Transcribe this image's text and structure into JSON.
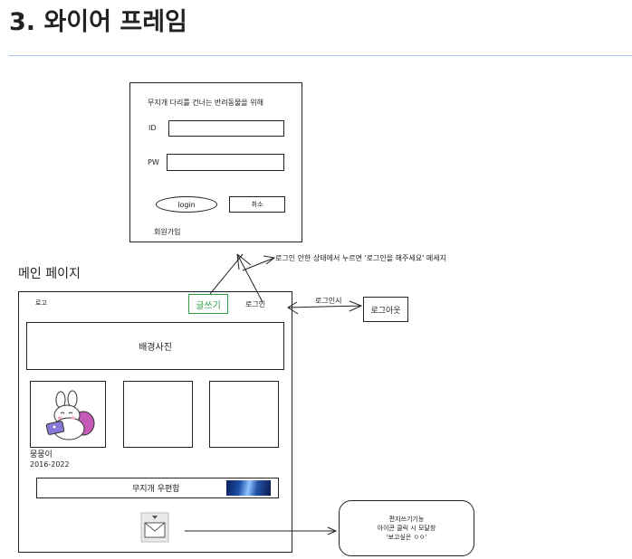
{
  "heading": "3. 와이어 프레임",
  "login_frame": {
    "title": "무지개 다리를 건너는 반려동물을 위해",
    "id_label": "ID",
    "pw_label": "PW",
    "login_button": "login",
    "cancel_button": "취소",
    "signup_link": "회원가입"
  },
  "main_label": "메인 페이지",
  "main_frame": {
    "logo": "로고",
    "write_button": "글쓰기",
    "login_link": "로그인",
    "background_photo": "배경사진",
    "pet_name": "뭉뭉이",
    "pet_years": "2016-2022",
    "rainbow_postbox": "무지개 우편함"
  },
  "annotations": {
    "login_notice": "로그인 안한 상태에서 누르면 '로그인을 해주세요' 메세지",
    "after_login": "로그인시",
    "logout_box": "로그아웃",
    "letter_feature_lines": [
      "편지쓰기기능",
      "아이콘 클릭 시 모달창",
      "'보고싶은 ㅇㅇ'"
    ]
  },
  "colors": {
    "write_button": "#2e9e44",
    "divider": "#a9c4e8"
  },
  "icons": {
    "pet": "bunny-laptop-icon",
    "envelope": "envelope-icon",
    "banner": "galaxy-image-icon"
  }
}
